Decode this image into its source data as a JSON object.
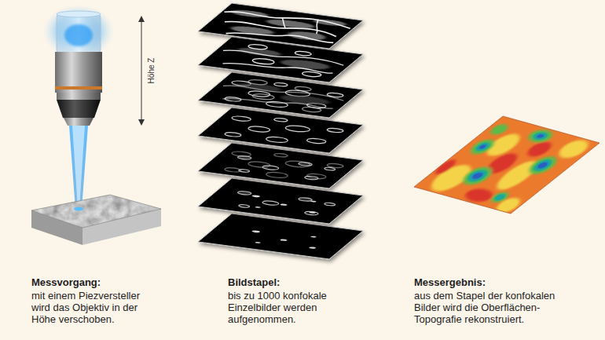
{
  "diagram": {
    "labels": [
      "Höhe Z",
      "Messvorgang:",
      "mit einem Piezversteller wird das Objektiv in der Höhe verschoben.",
      "Bildstapel:",
      "bis zu 1000 konfokale Einzelbilder werden aufgenommen.",
      "Messergebnis:",
      "aus dem Stapel der konfokalen Bilder wird die Oberflächen- Topografie rekonstruiert."
    ]
  }
}
